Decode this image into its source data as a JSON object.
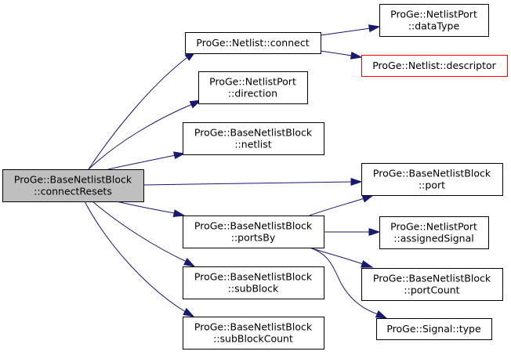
{
  "colors": {
    "edge": "#191970",
    "node_border": "#000000",
    "node_fill": "#ffffff",
    "root_fill": "#bfbfbf",
    "root_border": "#000000",
    "highlight_border": "#ff0000"
  },
  "nodes": [
    {
      "id": "connectResets",
      "lines": [
        "ProGe::BaseNetlistBlock",
        "::connectResets"
      ],
      "style": "root"
    },
    {
      "id": "connect",
      "lines": [
        "ProGe::Netlist::connect"
      ],
      "style": "normal"
    },
    {
      "id": "direction",
      "lines": [
        "ProGe::NetlistPort",
        "::direction"
      ],
      "style": "normal"
    },
    {
      "id": "netlist",
      "lines": [
        "ProGe::BaseNetlistBlock",
        "::netlist"
      ],
      "style": "normal"
    },
    {
      "id": "portsBy",
      "lines": [
        "ProGe::BaseNetlistBlock",
        "::portsBy"
      ],
      "style": "normal"
    },
    {
      "id": "subBlock",
      "lines": [
        "ProGe::BaseNetlistBlock",
        "::subBlock"
      ],
      "style": "normal"
    },
    {
      "id": "subBlockCount",
      "lines": [
        "ProGe::BaseNetlistBlock",
        "::subBlockCount"
      ],
      "style": "normal"
    },
    {
      "id": "dataType",
      "lines": [
        "ProGe::NetlistPort",
        "::dataType"
      ],
      "style": "normal"
    },
    {
      "id": "descriptor",
      "lines": [
        "ProGe::Netlist::descriptor"
      ],
      "style": "highlight"
    },
    {
      "id": "port",
      "lines": [
        "ProGe::BaseNetlistBlock",
        "::port"
      ],
      "style": "normal"
    },
    {
      "id": "assignedSignal",
      "lines": [
        "ProGe::NetlistPort",
        "::assignedSignal"
      ],
      "style": "normal"
    },
    {
      "id": "portCount",
      "lines": [
        "ProGe::BaseNetlistBlock",
        "::portCount"
      ],
      "style": "normal"
    },
    {
      "id": "type",
      "lines": [
        "ProGe::Signal::type"
      ],
      "style": "normal"
    }
  ],
  "edges": [
    {
      "from": "connectResets",
      "to": "connect"
    },
    {
      "from": "connectResets",
      "to": "direction"
    },
    {
      "from": "connectResets",
      "to": "netlist"
    },
    {
      "from": "connectResets",
      "to": "port"
    },
    {
      "from": "connectResets",
      "to": "portsBy"
    },
    {
      "from": "connectResets",
      "to": "subBlock"
    },
    {
      "from": "connectResets",
      "to": "subBlockCount"
    },
    {
      "from": "connect",
      "to": "dataType"
    },
    {
      "from": "connect",
      "to": "descriptor"
    },
    {
      "from": "portsBy",
      "to": "port"
    },
    {
      "from": "portsBy",
      "to": "assignedSignal"
    },
    {
      "from": "portsBy",
      "to": "portCount"
    },
    {
      "from": "portsBy",
      "to": "type"
    }
  ]
}
